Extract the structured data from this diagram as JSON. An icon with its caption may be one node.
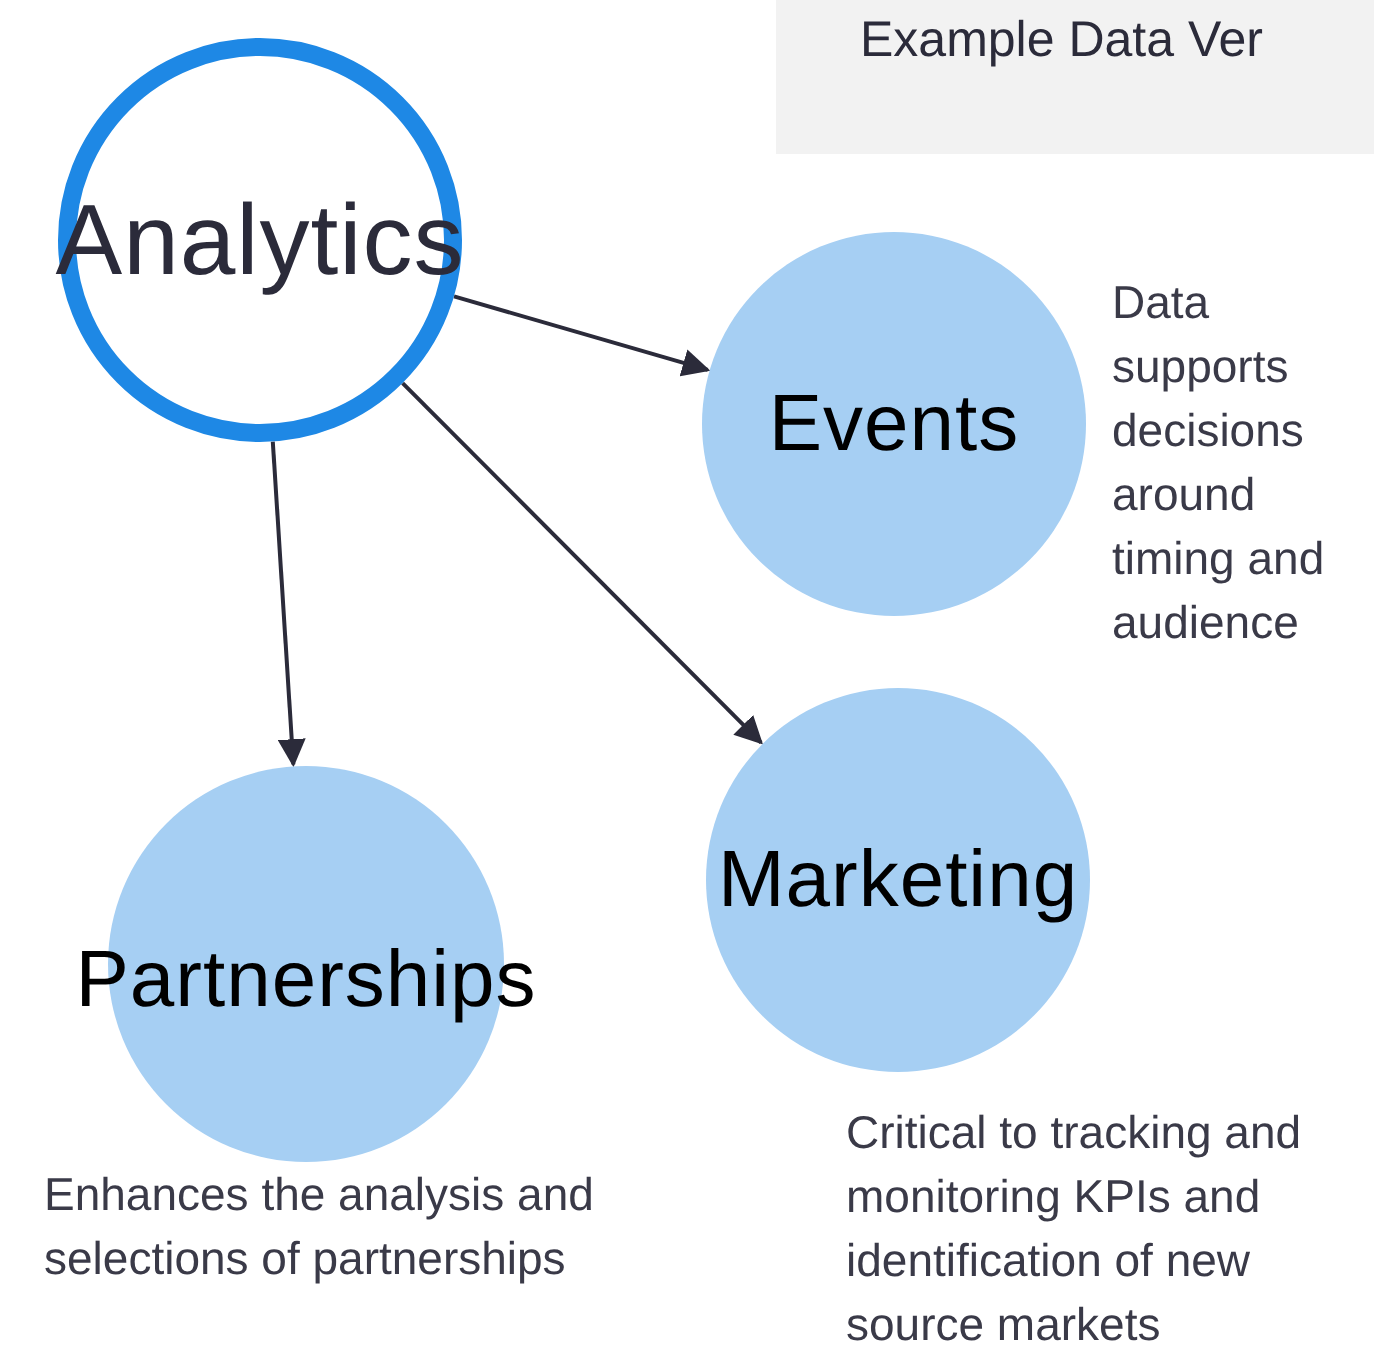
{
  "diagram": {
    "nodes": [
      {
        "text": [
          "Analytics"
        ]
      },
      {
        "text": [
          "Events"
        ],
        "beside": [
          "Data supports decisions around timing and audience"
        ]
      },
      {
        "text": [
          "Partnerships"
        ],
        "beside": [
          "Enhances the analysis and selections of partnerships"
        ]
      },
      {
        "text": [
          "Marketing"
        ],
        "beside": [
          "Critical to tracking and monitoring KPIs and identification of new source markets"
        ]
      },
      {
        "text": [
          "Example Data Ver"
        ]
      }
    ],
    "edges": [
      {
        "from": 0,
        "to": 1,
        "arrow": "to"
      },
      {
        "from": 0,
        "to": 2,
        "arrow": "to"
      },
      {
        "from": 0,
        "to": 3,
        "arrow": "to"
      }
    ]
  }
}
